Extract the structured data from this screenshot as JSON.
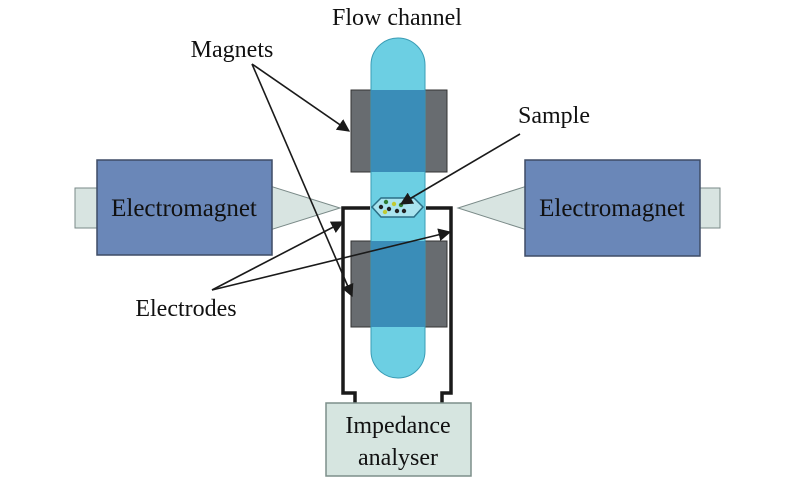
{
  "labels": {
    "flow_channel": "Flow channel",
    "magnets": "Magnets",
    "sample": "Sample",
    "electrodes": "Electrodes",
    "electromagnet_left": "Electromagnet",
    "electromagnet_right": "Electromagnet",
    "analyser_line1": "Impedance",
    "analyser_line2": "analyser"
  },
  "colors": {
    "flow_channel": "#6ccfe3",
    "channel_overlap": "#3a8db8",
    "magnet": "#686c70",
    "electromagnet": "#6a87b8",
    "electromagnet_border": "#3e4c66",
    "pole_tip": "#d8e4e1",
    "analyser_box": "#d6e5e0",
    "wire": "#1a1a1a"
  }
}
